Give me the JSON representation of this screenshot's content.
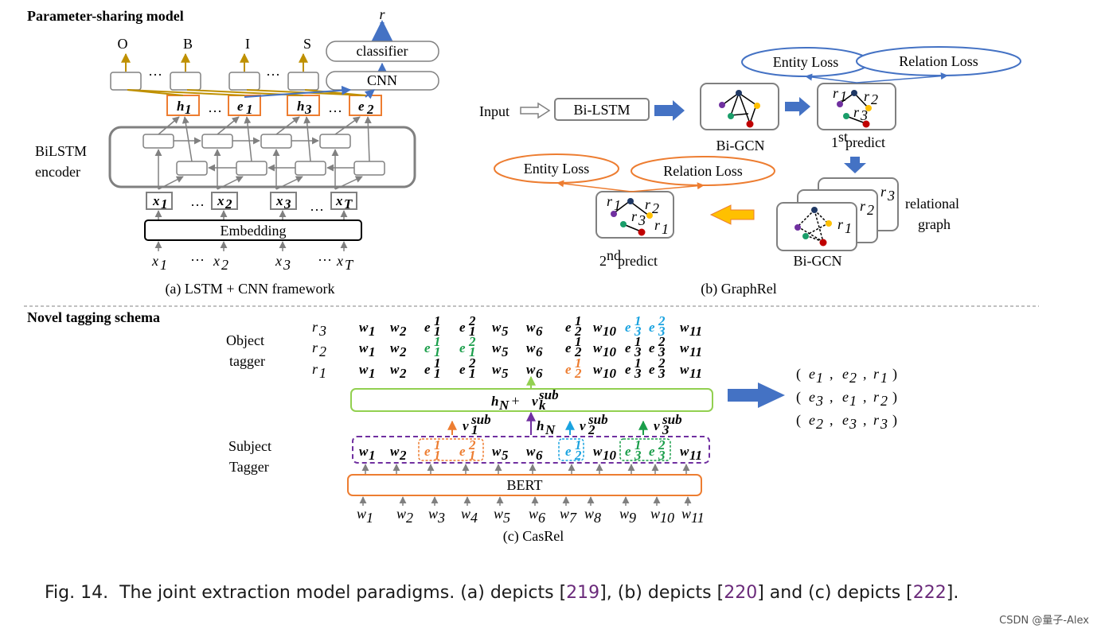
{
  "panel_a": {
    "title": "Parameter-sharing model",
    "top_tags": [
      "O",
      "B",
      "I",
      "S"
    ],
    "r_label": "r",
    "classifier_label": "classifier",
    "cnn_label": "CNN",
    "hidden": [
      {
        "base": "h",
        "sub": "1"
      },
      {
        "base": "e",
        "sub": "1"
      },
      {
        "base": "h",
        "sub": "3"
      },
      {
        "base": "e",
        "sub": "2"
      }
    ],
    "encoder_label_1": "BiLSTM",
    "encoder_label_2": "encoder",
    "embed_inputs": [
      {
        "base": "x",
        "sub": "1"
      },
      {
        "base": "x",
        "sub": "2"
      },
      {
        "base": "x",
        "sub": "3"
      },
      {
        "base": "x",
        "sub": "T"
      }
    ],
    "embedding_label": "Embedding",
    "bottom_inputs": [
      {
        "base": "x",
        "sub": "1"
      },
      {
        "base": "x",
        "sub": "2"
      },
      {
        "base": "x",
        "sub": "3"
      },
      {
        "base": "x",
        "sub": "T"
      }
    ],
    "ellipsis": "···",
    "caption": "(a) LSTM + CNN framework"
  },
  "panel_b": {
    "input_label": "Input",
    "bilstm_label": "Bi-LSTM",
    "bigcn_label": "Bi-GCN",
    "first_predict_sup": "st",
    "first_predict_num": "1",
    "first_predict_text": " predict",
    "entity_loss": "Entity Loss",
    "relation_loss": "Relation Loss",
    "relational_graph_1": "relational",
    "relational_graph_2": "graph",
    "second_predict_num": "2",
    "second_predict_sup": "nd",
    "second_predict_text": " predict",
    "r_labels": [
      "r",
      "1",
      "2",
      "3"
    ],
    "caption": "(b) GraphRel",
    "colors": {
      "blue": "#4472c4",
      "orange": "#ed7d31",
      "gold": "#ffc000"
    }
  },
  "panel_c": {
    "title": "Novel tagging schema",
    "object_tagger_1": "Object",
    "object_tagger_2": "tagger",
    "subject_tagger_1": "Subject",
    "subject_tagger_2": "Tagger",
    "relations": [
      {
        "base": "r",
        "sub": "3"
      },
      {
        "base": "r",
        "sub": "2"
      },
      {
        "base": "r",
        "sub": "1"
      }
    ],
    "object_rows": [
      [
        {
          "b": "w",
          "s": "1",
          "c": "#000"
        },
        {
          "b": "w",
          "s": "2",
          "c": "#000"
        },
        {
          "b": "e",
          "s": "1",
          "p": "1",
          "c": "#000"
        },
        {
          "b": "e",
          "s": "1",
          "p": "2",
          "c": "#000"
        },
        {
          "b": "w",
          "s": "5",
          "c": "#000"
        },
        {
          "b": "w",
          "s": "6",
          "c": "#000"
        },
        {
          "b": "e",
          "s": "2",
          "p": "1",
          "c": "#000"
        },
        {
          "b": "w",
          "s": "10",
          "c": "#000"
        },
        {
          "b": "e",
          "s": "3",
          "p": "1",
          "c": "#1aa3e0"
        },
        {
          "b": "e",
          "s": "3",
          "p": "2",
          "c": "#1aa3e0"
        },
        {
          "b": "w",
          "s": "11",
          "c": "#000"
        }
      ],
      [
        {
          "b": "w",
          "s": "1",
          "c": "#000"
        },
        {
          "b": "w",
          "s": "2",
          "c": "#000"
        },
        {
          "b": "e",
          "s": "1",
          "p": "1",
          "c": "#1a9e4a"
        },
        {
          "b": "e",
          "s": "1",
          "p": "2",
          "c": "#1a9e4a"
        },
        {
          "b": "w",
          "s": "5",
          "c": "#000"
        },
        {
          "b": "w",
          "s": "6",
          "c": "#000"
        },
        {
          "b": "e",
          "s": "2",
          "p": "1",
          "c": "#000"
        },
        {
          "b": "w",
          "s": "10",
          "c": "#000"
        },
        {
          "b": "e",
          "s": "3",
          "p": "1",
          "c": "#000"
        },
        {
          "b": "e",
          "s": "3",
          "p": "2",
          "c": "#000"
        },
        {
          "b": "w",
          "s": "11",
          "c": "#000"
        }
      ],
      [
        {
          "b": "w",
          "s": "1",
          "c": "#000"
        },
        {
          "b": "w",
          "s": "2",
          "c": "#000"
        },
        {
          "b": "e",
          "s": "1",
          "p": "1",
          "c": "#000"
        },
        {
          "b": "e",
          "s": "1",
          "p": "2",
          "c": "#000"
        },
        {
          "b": "w",
          "s": "5",
          "c": "#000"
        },
        {
          "b": "w",
          "s": "6",
          "c": "#000"
        },
        {
          "b": "e",
          "s": "2",
          "p": "1",
          "c": "#ed7d31"
        },
        {
          "b": "w",
          "s": "10",
          "c": "#000"
        },
        {
          "b": "e",
          "s": "3",
          "p": "1",
          "c": "#000"
        },
        {
          "b": "e",
          "s": "3",
          "p": "2",
          "c": "#000"
        },
        {
          "b": "w",
          "s": "11",
          "c": "#000"
        }
      ]
    ],
    "hn_box": {
      "h": "h",
      "hsub": "N",
      "plus": " + ",
      "v": "v",
      "vsub": "k",
      "vsup": "sub"
    },
    "v_labels": [
      {
        "b": "v",
        "s": "1",
        "p": "sub"
      },
      {
        "b": "h",
        "s": "N",
        "p": ""
      },
      {
        "b": "v",
        "s": "2",
        "p": "sub"
      },
      {
        "b": "v",
        "s": "3",
        "p": "sub"
      }
    ],
    "subject_row": [
      {
        "b": "w",
        "s": "1",
        "c": "#000"
      },
      {
        "b": "w",
        "s": "2",
        "c": "#000"
      },
      {
        "b": "e",
        "s": "1",
        "p": "1",
        "c": "#ed7d31"
      },
      {
        "b": "e",
        "s": "1",
        "p": "2",
        "c": "#ed7d31"
      },
      {
        "b": "w",
        "s": "5",
        "c": "#000"
      },
      {
        "b": "w",
        "s": "6",
        "c": "#000"
      },
      {
        "b": "e",
        "s": "2",
        "p": "1",
        "c": "#1aa3e0"
      },
      {
        "b": "w",
        "s": "10",
        "c": "#000"
      },
      {
        "b": "e",
        "s": "3",
        "p": "1",
        "c": "#1a9e4a"
      },
      {
        "b": "e",
        "s": "3",
        "p": "2",
        "c": "#1a9e4a"
      },
      {
        "b": "w",
        "s": "11",
        "c": "#000"
      }
    ],
    "bert_label": "BERT",
    "inputs": [
      {
        "b": "w",
        "s": "1"
      },
      {
        "b": "w",
        "s": "2"
      },
      {
        "b": "w",
        "s": "3"
      },
      {
        "b": "w",
        "s": "4"
      },
      {
        "b": "w",
        "s": "5"
      },
      {
        "b": "w",
        "s": "6"
      },
      {
        "b": "w",
        "s": "7"
      },
      {
        "b": "w",
        "s": "8"
      },
      {
        "b": "w",
        "s": "9"
      },
      {
        "b": "w",
        "s": "10"
      },
      {
        "b": "w",
        "s": "11"
      }
    ],
    "triples": [
      [
        {
          "b": "e",
          "s": "1"
        },
        {
          "b": "e",
          "s": "2"
        },
        {
          "b": "r",
          "s": "1"
        }
      ],
      [
        {
          "b": "e",
          "s": "3"
        },
        {
          "b": "e",
          "s": "1"
        },
        {
          "b": "r",
          "s": "2"
        }
      ],
      [
        {
          "b": "e",
          "s": "2"
        },
        {
          "b": "e",
          "s": "3"
        },
        {
          "b": "r",
          "s": "3"
        }
      ]
    ],
    "caption": "(c) CasRel"
  },
  "figure_caption": {
    "prefix": "Fig. 14.  The joint extraction model paradigms. (a) depicts [",
    "ref1": "219",
    "mid1": "], (b) depicts [",
    "ref2": "220",
    "mid2": "] and (c) depicts [",
    "ref3": "222",
    "suffix": "]."
  },
  "watermark": "CSDN @量子-Alex"
}
